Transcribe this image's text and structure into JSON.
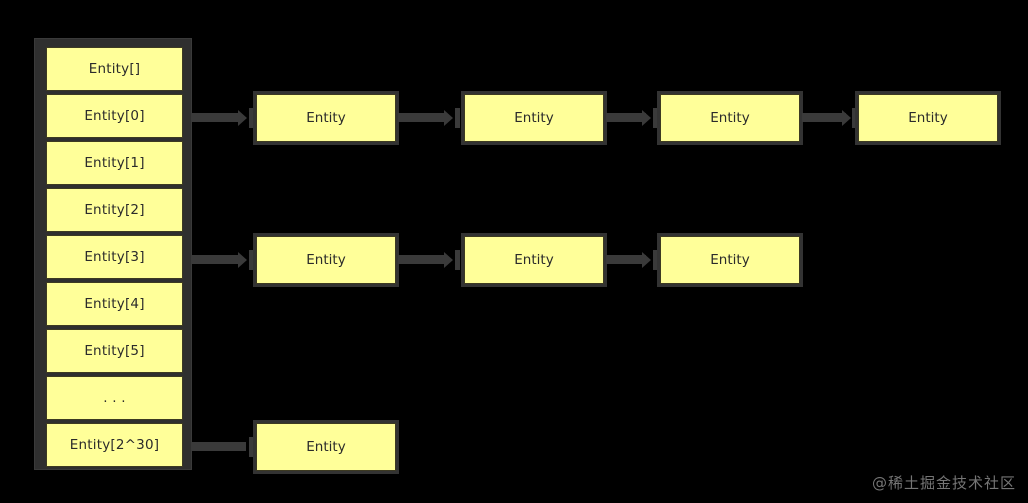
{
  "diagram": {
    "title": "hashmap-array-linked-list-structure",
    "background_color": "#000000",
    "node_fill_color": "#ffff99",
    "node_border_color": "#3d3a22",
    "connector_color": "#3a3a3a",
    "array": {
      "name": "entity-array",
      "cells": [
        {
          "label": "Entity[]",
          "has_chain": false
        },
        {
          "label": "Entity[0]",
          "has_chain": true
        },
        {
          "label": "Entity[1]",
          "has_chain": false
        },
        {
          "label": "Entity[2]",
          "has_chain": false
        },
        {
          "label": "Entity[3]",
          "has_chain": true
        },
        {
          "label": "Entity[4]",
          "has_chain": false
        },
        {
          "label": "Entity[5]",
          "has_chain": false
        },
        {
          "label": ". . .",
          "has_chain": false
        },
        {
          "label": "Entity[2^30]",
          "has_chain": true
        }
      ]
    },
    "chains": [
      {
        "name": "chain-row-1",
        "source_cell": "Entity[0]",
        "nodes": [
          {
            "label": "Entity"
          },
          {
            "label": "Entity"
          },
          {
            "label": "Entity"
          },
          {
            "label": "Entity"
          }
        ]
      },
      {
        "name": "chain-row-2",
        "source_cell": "Entity[3]",
        "nodes": [
          {
            "label": "Entity"
          },
          {
            "label": "Entity"
          },
          {
            "label": "Entity"
          }
        ]
      },
      {
        "name": "chain-row-3",
        "source_cell": "Entity[2^30]",
        "nodes": [
          {
            "label": "Entity"
          }
        ]
      }
    ]
  },
  "watermark": {
    "text": "@稀土掘金技术社区"
  }
}
